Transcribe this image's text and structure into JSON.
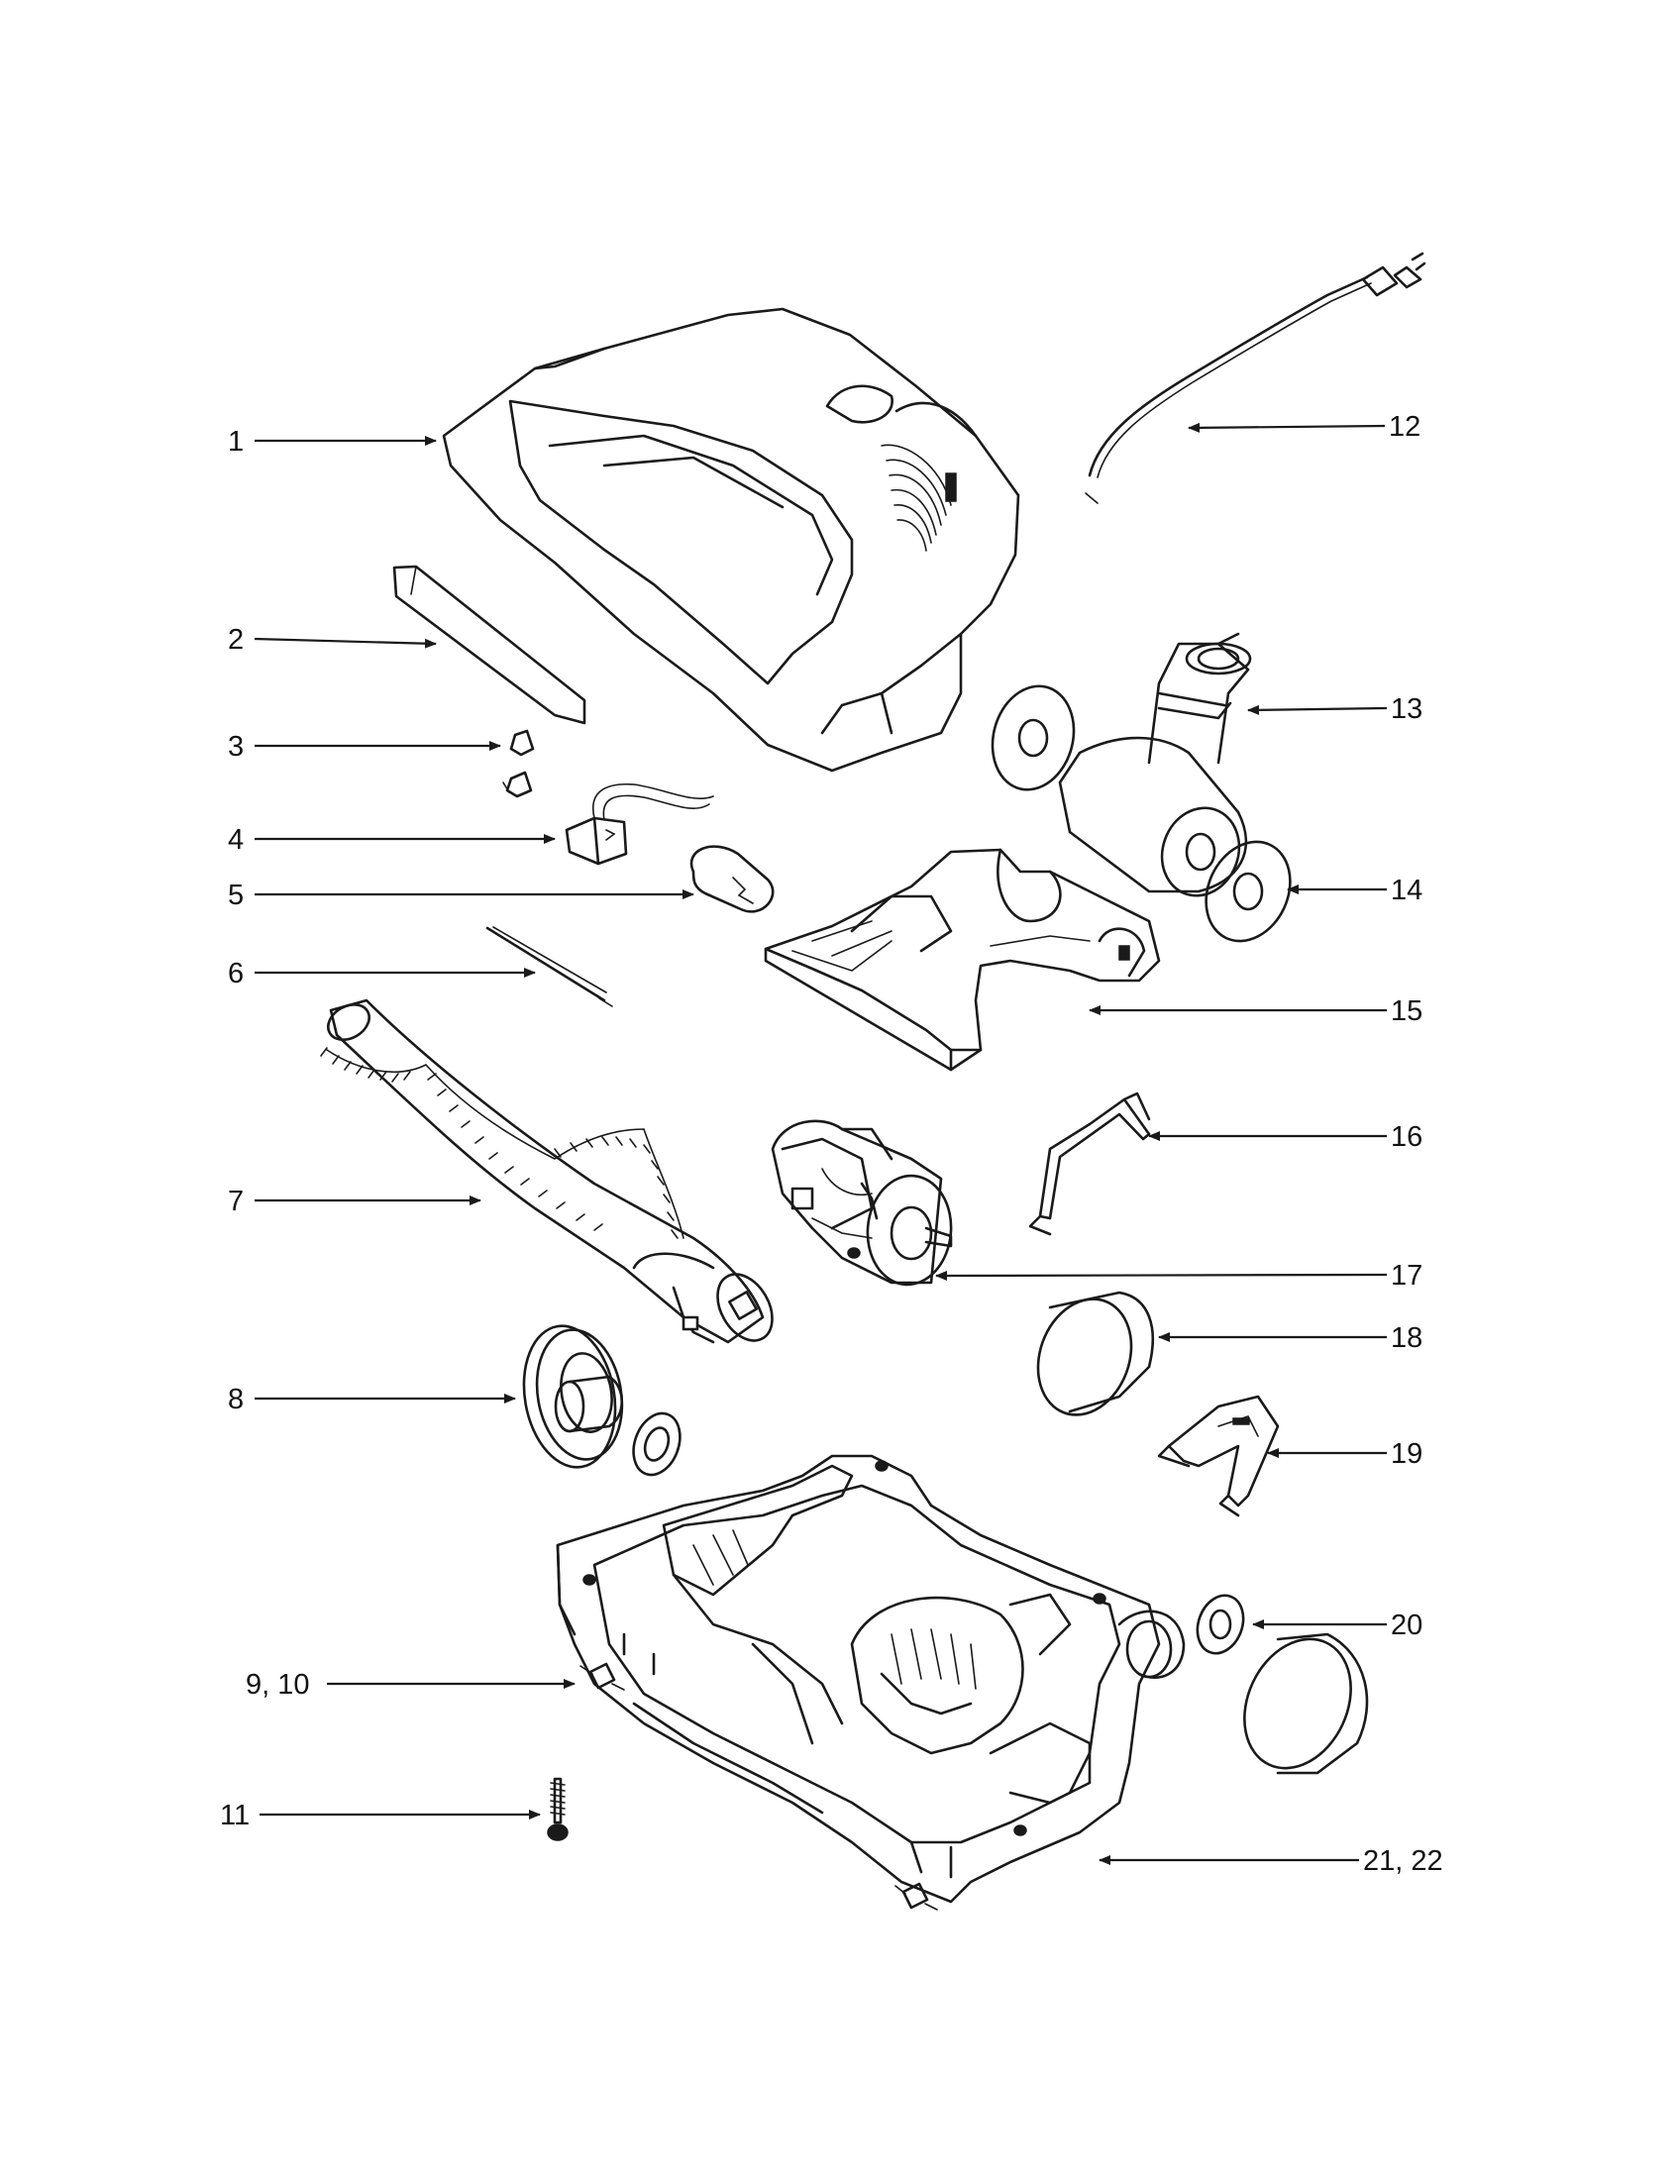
{
  "callouts": {
    "c1": "1",
    "c2": "2",
    "c3": "3",
    "c4": "4",
    "c5": "5",
    "c6": "6",
    "c7": "7",
    "c8": "8",
    "c9_10": "9, 10",
    "c11": "11",
    "c12": "12",
    "c13": "13",
    "c14": "14",
    "c15": "15",
    "c16": "16",
    "c17": "17",
    "c18": "18",
    "c19": "19",
    "c20": "20",
    "c21_22": "21, 22"
  },
  "colors": {
    "line": "#1a1a1a",
    "background": "#ffffff"
  }
}
